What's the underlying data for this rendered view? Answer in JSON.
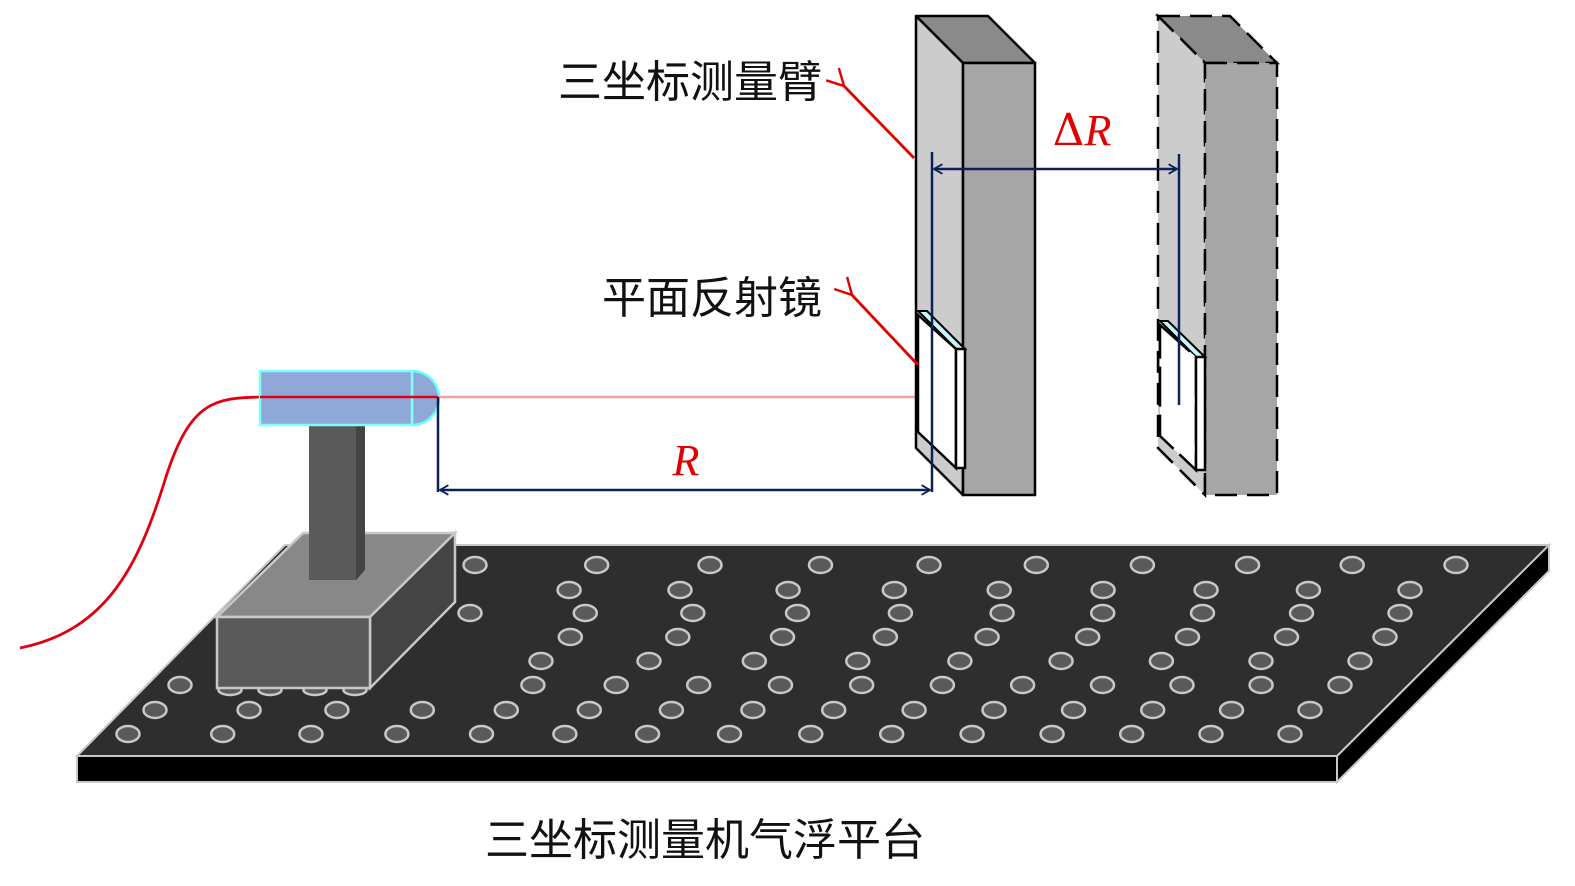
{
  "diagram": {
    "labels": {
      "arm": "三坐标测量臂",
      "mirror": "平面反射镜",
      "platform": "三坐标测量机气浮平台",
      "distance": "R",
      "delta_prefix": "Δ",
      "delta_var": "R"
    },
    "colors": {
      "annotation_red": "#e00000",
      "laser_beam": "#f5a0a0",
      "fiber": "#e00010",
      "dimension_navy": "#0a2258",
      "laser_head_fill": "#8fa8d8",
      "laser_head_outline": "#66ffff",
      "table_top": "#2e2e2e",
      "table_edge": "#000000",
      "hole_fill": "#5a5a5a",
      "hole_ring": "#c8c8c8",
      "arm_front": "#cccccc",
      "arm_side": "#a6a6a6",
      "arm_top": "#8a8a8a",
      "mirror_fill": "#ffffff",
      "mirror_glass": "#c8f4fa",
      "base_top": "#888888",
      "base_front": "#5a5a5a",
      "base_side": "#444444"
    },
    "components": [
      {
        "name": "laser-interferometer-head"
      },
      {
        "name": "support-column"
      },
      {
        "name": "base-block"
      },
      {
        "name": "measurement-arm-initial"
      },
      {
        "name": "measurement-arm-displaced",
        "style": "dashed"
      },
      {
        "name": "plane-mirror"
      },
      {
        "name": "air-bearing-platform"
      }
    ]
  }
}
